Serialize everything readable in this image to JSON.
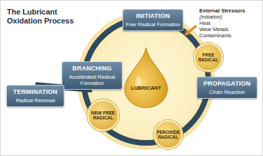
{
  "diagram": {
    "title": "The Lubricant Oxidation Process",
    "nodes": [
      {
        "text": [
          "INITIATION",
          "Free Radical Formation"
        ]
      },
      {
        "text": [
          "FREE RADICAL"
        ]
      },
      {
        "text": [
          "BRANCHING",
          "Accelerated Radical Formation"
        ]
      },
      {
        "text": [
          "LUBRICANT"
        ]
      },
      {
        "text": [
          "PROPAGATION",
          "Chain Reaction"
        ]
      },
      {
        "text": [
          "TERMINATION",
          "Radical Removal"
        ]
      },
      {
        "text": [
          "NEW FREE RADICAL"
        ]
      },
      {
        "text": [
          "PEROXIDE RADICAL"
        ]
      }
    ],
    "edges": [
      {
        "from": 2,
        "to": 5,
        "arrow": "none"
      }
    ],
    "labels": [
      "External Stressors",
      "(Initiation)",
      "Heat",
      "Wear Metals",
      "Contaminants"
    ]
  }
}
